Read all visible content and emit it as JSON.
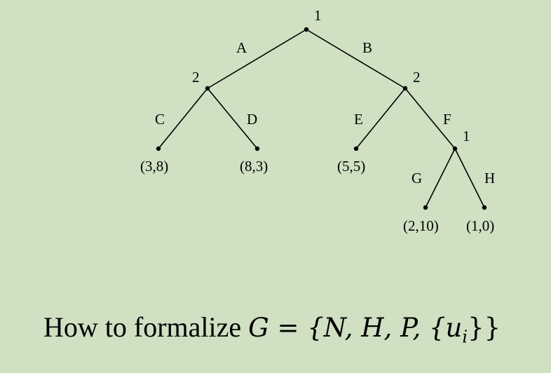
{
  "tree": {
    "nodes": [
      {
        "id": "root",
        "player": "1"
      },
      {
        "id": "n2-left",
        "player": "2"
      },
      {
        "id": "n2-right",
        "player": "2"
      },
      {
        "id": "n1-lower",
        "player": "1"
      }
    ],
    "edges": [
      {
        "from": "root",
        "to": "n2-left",
        "action": "A"
      },
      {
        "from": "root",
        "to": "n2-right",
        "action": "B"
      },
      {
        "from": "n2-left",
        "to": "leaf-c",
        "action": "C"
      },
      {
        "from": "n2-left",
        "to": "leaf-d",
        "action": "D"
      },
      {
        "from": "n2-right",
        "to": "leaf-e",
        "action": "E"
      },
      {
        "from": "n2-right",
        "to": "n1-lower",
        "action": "F"
      },
      {
        "from": "n1-lower",
        "to": "leaf-g",
        "action": "G"
      },
      {
        "from": "n1-lower",
        "to": "leaf-h",
        "action": "H"
      }
    ],
    "leaves": [
      {
        "id": "leaf-c",
        "payoff": "(3,8)"
      },
      {
        "id": "leaf-d",
        "payoff": "(8,3)"
      },
      {
        "id": "leaf-e",
        "payoff": "(5,5)"
      },
      {
        "id": "leaf-g",
        "payoff": "(2,10)"
      },
      {
        "id": "leaf-h",
        "payoff": "(1,0)"
      }
    ]
  },
  "caption": {
    "text": "How to formalize ",
    "formula": "G = {N, H, P, {u",
    "subscript": "i",
    "formula_end": "}}"
  },
  "colors": {
    "background": "#cfe0c3",
    "ink": "#000000"
  }
}
